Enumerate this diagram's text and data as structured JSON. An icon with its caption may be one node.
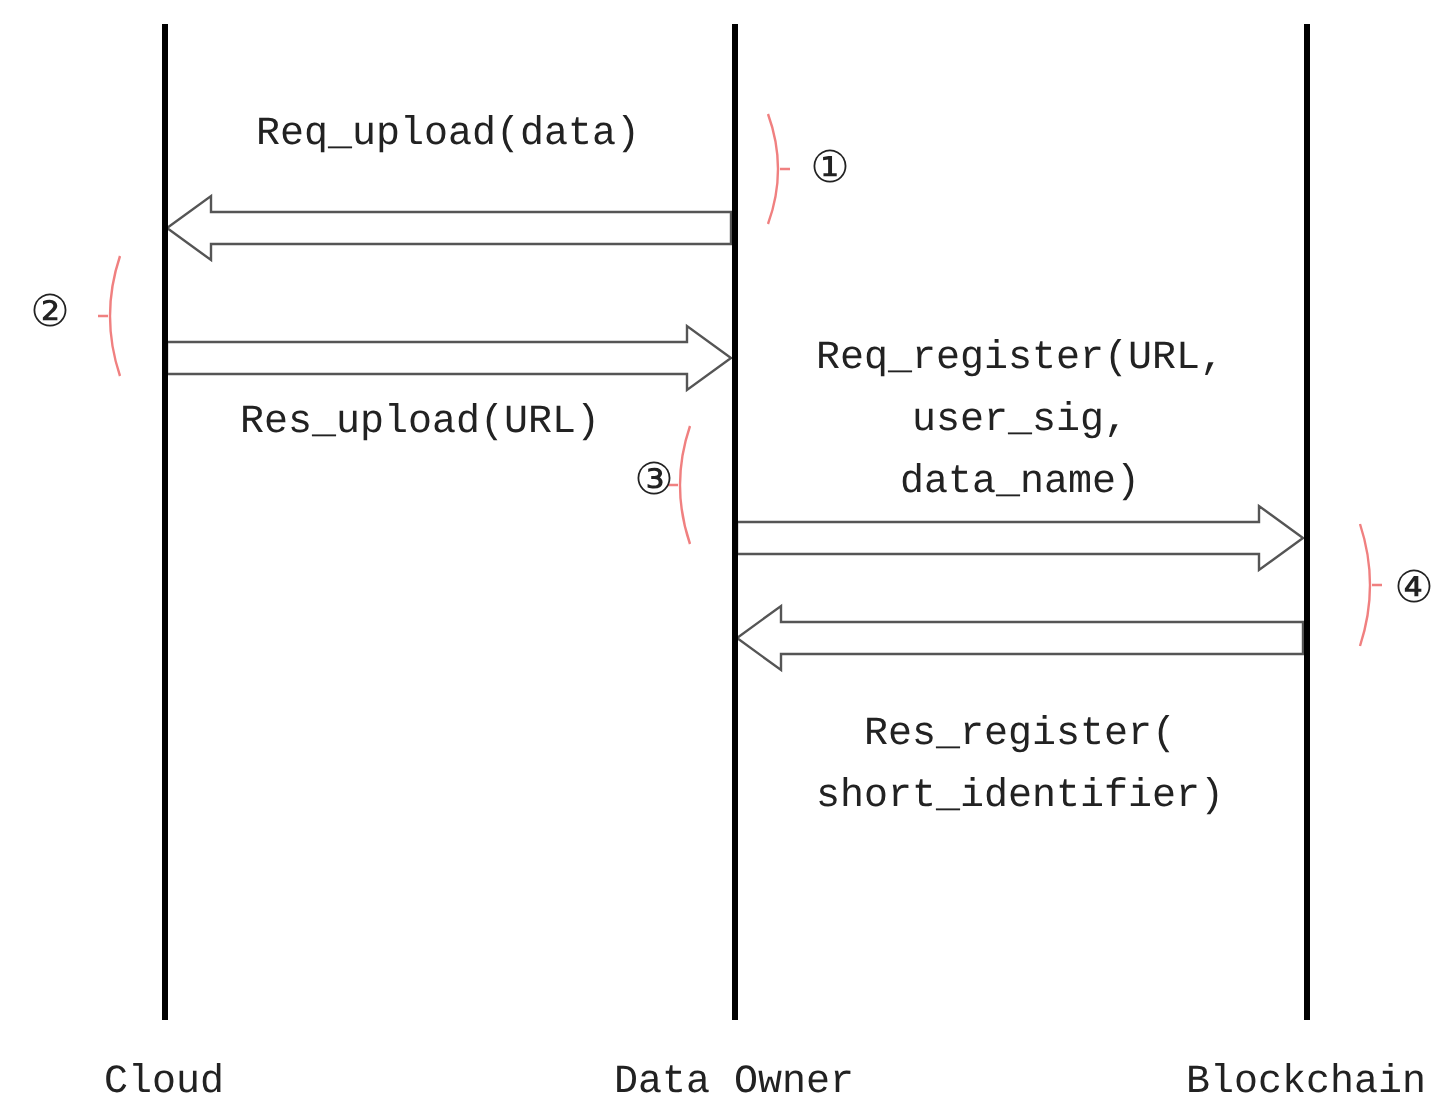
{
  "diagram": {
    "nodes": [
      {
        "text": [],
        "shape": "bar",
        "beside": [
          "Cloud"
        ]
      },
      {
        "text": [],
        "shape": "bar",
        "beside": [
          "Data Owner"
        ]
      },
      {
        "text": [],
        "shape": "bar",
        "beside": [
          "Blockchain"
        ]
      }
    ],
    "edges": [
      {
        "from": 1,
        "to": 0,
        "arrow": "to",
        "label": "Req_upload(data)"
      },
      {
        "from": 0,
        "to": 1,
        "arrow": "to",
        "label": "Res_upload(URL)"
      },
      {
        "from": 1,
        "to": 2,
        "arrow": "to",
        "label": "Req_register(URL, user_sig, data_name)"
      },
      {
        "from": 2,
        "to": 1,
        "arrow": "to",
        "label": "Res_register( short_identifier)"
      }
    ],
    "labels": [
      "①",
      "②",
      "③",
      "④"
    ]
  }
}
